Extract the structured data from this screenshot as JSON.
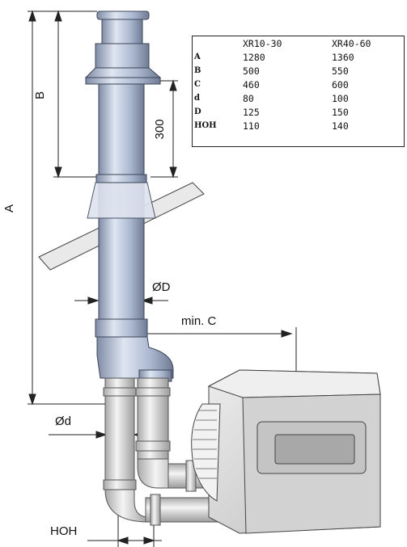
{
  "dimensions": {
    "A": "A",
    "B": "B",
    "h300": "300",
    "diam_D": "ØD",
    "min_C": "min. C",
    "diam_d": "Ød",
    "HOH": "HOH"
  },
  "spec_table": {
    "columns": [
      "",
      "XR10-30",
      "XR40-60"
    ],
    "rows": [
      {
        "label": "A",
        "v1": "1280",
        "v2": "1360"
      },
      {
        "label": "B",
        "v1": "500",
        "v2": "550"
      },
      {
        "label": "C",
        "v1": "460",
        "v2": "600"
      },
      {
        "label": "d",
        "v1": "80",
        "v2": "100"
      },
      {
        "label": "D",
        "v1": "125",
        "v2": "150"
      },
      {
        "label": "HOH",
        "v1": "110",
        "v2": "140"
      }
    ]
  },
  "colors": {
    "pipe": "#b9c6dc",
    "pipe_dark": "#7d8aa3",
    "grey_pipe": "#e3e3e3",
    "boiler": "#d9d9d9"
  }
}
